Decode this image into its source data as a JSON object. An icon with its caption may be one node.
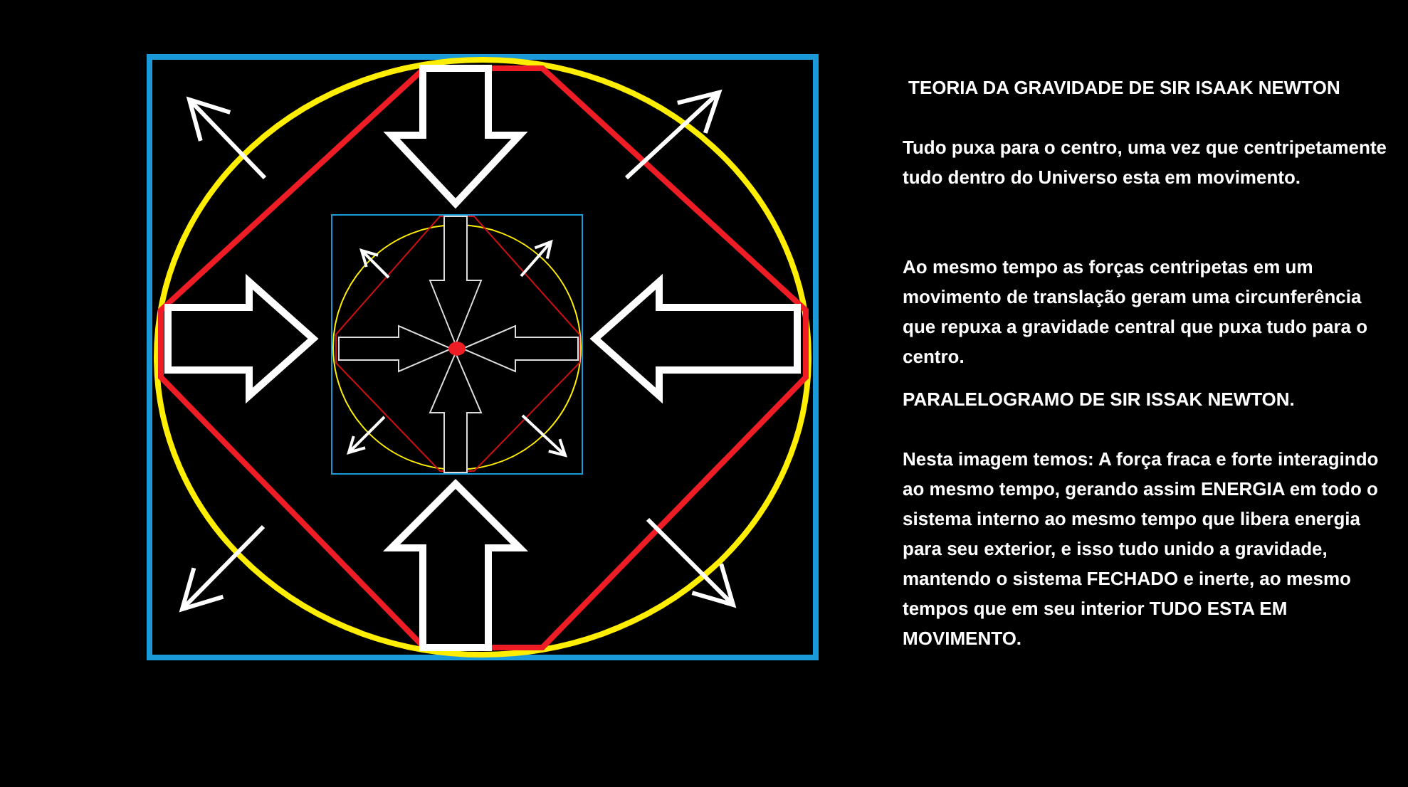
{
  "diagram": {
    "title": "TEORIA DA GRAVIDADE DE SIR ISAAK NEWTON",
    "labels": [
      "Tudo puxa para o centro, uma vez que centripetamente tudo dentro do Universo esta em movimento.",
      "Ao mesmo tempo as forças centripetas em um movimento de  translação  geram uma circunferência que repuxa a gravidade central que puxa tudo para o centro.",
      "PARALELOGRAMO DE SIR ISSAK NEWTON.",
      "Nesta imagem temos: A força fraca e forte interagindo ao mesmo tempo, gerando assim ENERGIA em todo o sistema interno ao mesmo tempo que libera energia para seu exterior, e isso tudo unido a gravidade, mantendo o sistema FECHADO e inerte, ao mesmo tempos que em seu interior TUDO ESTA EM MOVIMENTO."
    ]
  }
}
